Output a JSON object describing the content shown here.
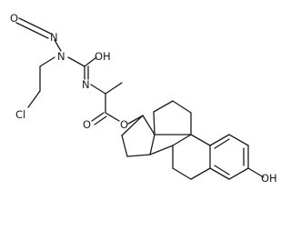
{
  "structure": {
    "atom_labels": {
      "nitroso_o": "O",
      "nitroso_n": "N",
      "urea_n": "N",
      "urea_oh": "OH",
      "chlorine": "Cl",
      "imine_n": "N",
      "carbonyl_o": "O",
      "ester_o": "O",
      "phenol_oh": "OH"
    }
  }
}
